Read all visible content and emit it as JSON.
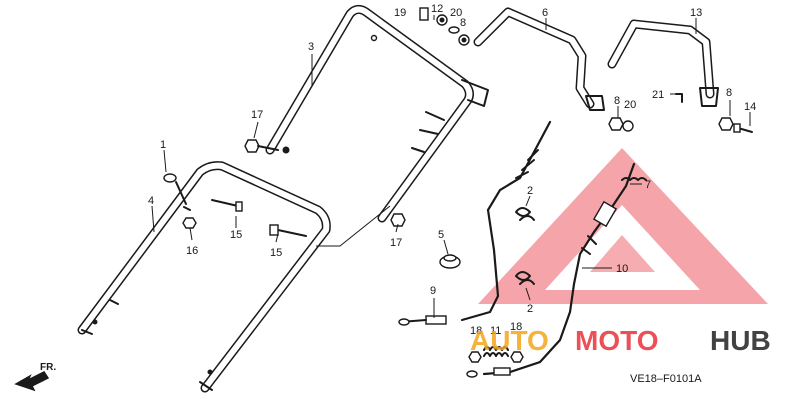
{
  "diagram": {
    "code": "VE18–F0101A",
    "direction_label": "FR.",
    "watermark": {
      "word_a": "AUTO",
      "word_b": "MOTO",
      "word_c": "HUB",
      "color_red": "#e8323c",
      "color_orange": "#f4a51c",
      "color_dark": "#222222"
    },
    "callouts": [
      "1",
      "2",
      "2",
      "3",
      "4",
      "5",
      "6",
      "7",
      "8",
      "8",
      "8",
      "9",
      "10",
      "11",
      "12",
      "13",
      "14",
      "15",
      "15",
      "16",
      "17",
      "17",
      "18",
      "18",
      "19",
      "20",
      "20",
      "21"
    ]
  }
}
